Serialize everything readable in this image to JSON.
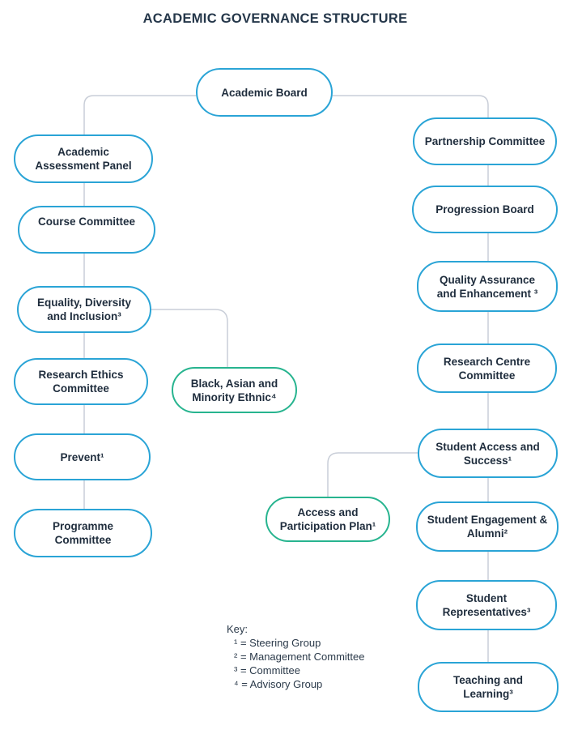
{
  "title": "ACADEMIC GOVERNANCE STRUCTURE",
  "colors": {
    "committee_border": "#2aa4d6",
    "advisory_border": "#27b48f",
    "connector": "#c9ced8"
  },
  "nodes": {
    "academic_board": "Academic Board",
    "academic_assessment_panel": "Academic\nAssessment Panel",
    "course_committee": "Course Committee",
    "equality_diversity_inclusion": "Equality, Diversity\nand Inclusion³",
    "black_asian_minority_ethnic": "Black, Asian and\nMinority Ethnic⁴",
    "research_ethics_committee": "Research Ethics\nCommittee",
    "prevent": "Prevent¹",
    "programme_committee": "Programme\nCommittee",
    "partnership_committee": "Partnership Committee",
    "progression_board": "Progression Board",
    "quality_assurance": "Quality Assurance\nand Enhancement ³",
    "research_centre_committee": "Research Centre\nCommittee",
    "student_access_success": "Student Access and\nSuccess¹",
    "access_participation_plan": "Access and\nParticipation Plan¹",
    "student_engagement_alumni": "Student Engagement &\nAlumni²",
    "student_representatives": "Student\nRepresentatives³",
    "teaching_learning": "Teaching and\nLearning³"
  },
  "key": {
    "heading": "Key:",
    "items": [
      "¹ = Steering Group",
      "² = Management Committee",
      "³ = Committee",
      "⁴ = Advisory Group"
    ]
  }
}
